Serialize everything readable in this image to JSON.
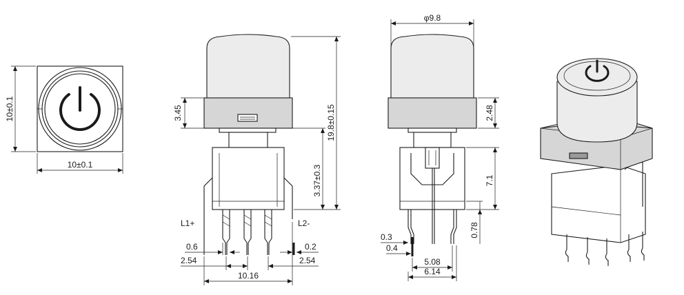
{
  "front_view": {
    "width_label": "10±0.1",
    "height_label": "10±0.1",
    "symbol_icon": "power-icon"
  },
  "side_view": {
    "cap_height_label": "3.45",
    "total_height_label": "19.8±0.15",
    "body_height_label": "3.37±0.3",
    "lead_left_label": "L1+",
    "lead_right_label": "L2-",
    "pin_width_label": "0.6",
    "pin_thickness_label": "0.2",
    "pin_pitch_left_label": "2.54",
    "pin_pitch_right_label": "2.54",
    "overall_width_label": "10.16"
  },
  "end_view": {
    "cap_diameter_label": "φ9.8",
    "band_height_label": "2.48",
    "housing_height_label": "7.1",
    "standoff_label": "0.78",
    "tab_label_a": "0.3",
    "tab_label_b": "0.4",
    "pin_span_label": "5.08",
    "outer_span_label": "6.14"
  },
  "iso_view": {
    "symbol_icon": "power-icon"
  }
}
